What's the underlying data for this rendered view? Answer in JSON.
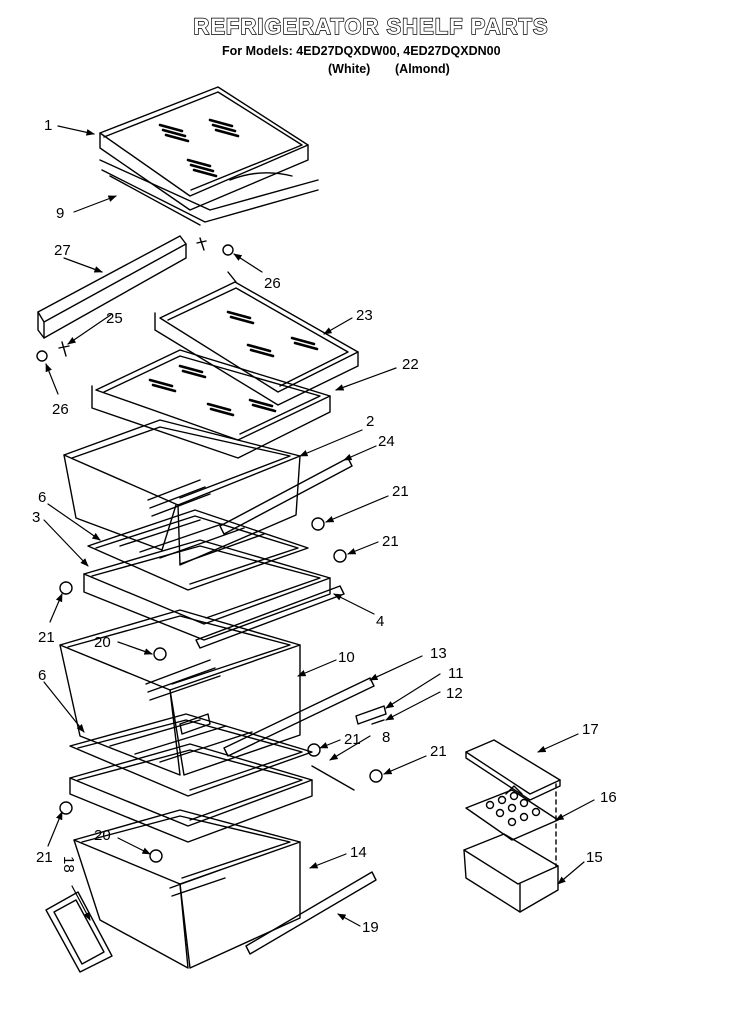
{
  "header": {
    "title": "REFRIGERATOR SHELF PARTS",
    "models_line": "For Models: 4ED27DQXDW00, 4ED27DQXDN00",
    "variant_white": "(White)",
    "variant_almond": "(Almond)"
  },
  "callouts": {
    "c1": "1",
    "c9": "9",
    "c27": "27",
    "c26a": "26",
    "c25": "25",
    "c26b": "26",
    "c23": "23",
    "c22": "22",
    "c2": "2",
    "c24": "24",
    "c21a": "21",
    "c6a": "6",
    "c3": "3",
    "c21b": "21",
    "c21c": "21",
    "c4": "4",
    "c20a": "20",
    "c10": "10",
    "c13": "13",
    "c11": "11",
    "c12": "12",
    "c6b": "6",
    "c8": "8",
    "c21d": "21",
    "c21e": "21",
    "c17": "17",
    "c16": "16",
    "c15": "15",
    "c21f": "21",
    "c20b": "20",
    "c14": "14",
    "c18": "18",
    "c19": "19"
  },
  "colors": {
    "ink": "#000000",
    "paper": "#ffffff"
  }
}
